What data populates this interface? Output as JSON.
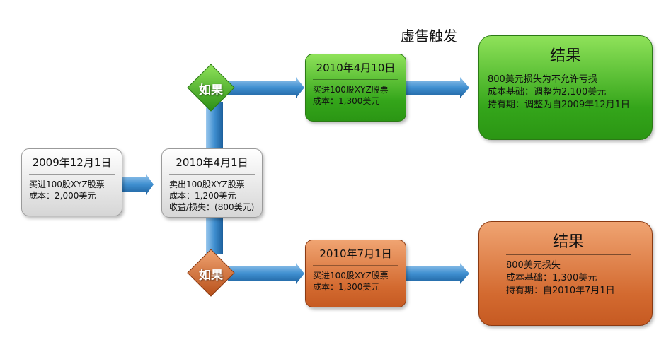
{
  "heading": "虚售触发",
  "start": {
    "date": "2009年12月1日",
    "lines": [
      "买进100股XYZ股票",
      "成本：2,000美元"
    ]
  },
  "sale": {
    "date": "2010年4月1日",
    "lines": [
      "卖出100股XYZ股票",
      "成本：1,200美元",
      "收益/损失：(800美元)"
    ]
  },
  "branch_label": "如果",
  "top": {
    "date": "2010年4月10日",
    "lines": [
      "买进100股XYZ股票",
      "成本：1,300美元"
    ],
    "result_title": "结果",
    "result_lines": [
      "800美元损失为不允许亏损",
      "成本基础：调整为2,100美元",
      "持有期：调整为自2009年12月1日"
    ]
  },
  "bottom": {
    "date": "2010年7月1日",
    "lines": [
      "买进100股XYZ股票",
      "成本：1,300美元"
    ],
    "result_title": "结果",
    "result_lines": [
      "800美元损失",
      "成本基础：1,300美元",
      "持有期：自2010年7月1日"
    ]
  },
  "colors": {
    "connector": "#2f7fc1",
    "green": "#3aa81d",
    "orange": "#cf6428",
    "gray": "#dcdcdc"
  }
}
